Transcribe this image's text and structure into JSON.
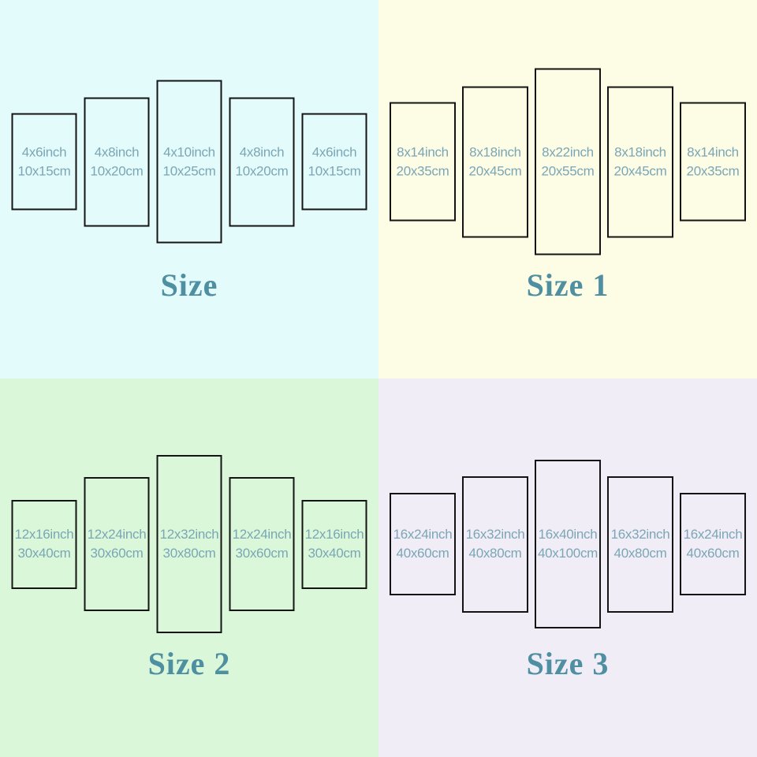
{
  "colors": {
    "label_text": "#7aa6b6",
    "title_text": "#4f8fa2",
    "panel_border": "#141414",
    "background_size": "#e4fbfb",
    "background_size_1": "#fdfce5",
    "background_size_2": "#daf8d9",
    "background_size_3": "#f1edf7"
  },
  "quadrants": [
    {
      "id": "size",
      "title": "Size",
      "background": "#e4fbfb",
      "panels": [
        {
          "inch": "4x6inch",
          "cm": "10x15cm"
        },
        {
          "inch": "4x8inch",
          "cm": "10x20cm"
        },
        {
          "inch": "4x10inch",
          "cm": "10x25cm"
        },
        {
          "inch": "4x8inch",
          "cm": "10x20cm"
        },
        {
          "inch": "4x6inch",
          "cm": "10x15cm"
        }
      ]
    },
    {
      "id": "size-1",
      "title": "Size 1",
      "background": "#fdfce5",
      "panels": [
        {
          "inch": "8x14inch",
          "cm": "20x35cm"
        },
        {
          "inch": "8x18inch",
          "cm": "20x45cm"
        },
        {
          "inch": "8x22inch",
          "cm": "20x55cm"
        },
        {
          "inch": "8x18inch",
          "cm": "20x45cm"
        },
        {
          "inch": "8x14inch",
          "cm": "20x35cm"
        }
      ]
    },
    {
      "id": "size-2",
      "title": "Size 2",
      "background": "#daf8d9",
      "panels": [
        {
          "inch": "12x16inch",
          "cm": "30x40cm"
        },
        {
          "inch": "12x24inch",
          "cm": "30x60cm"
        },
        {
          "inch": "12x32inch",
          "cm": "30x80cm"
        },
        {
          "inch": "12x24inch",
          "cm": "30x60cm"
        },
        {
          "inch": "12x16inch",
          "cm": "30x40cm"
        }
      ]
    },
    {
      "id": "size-3",
      "title": "Size 3",
      "background": "#f1edf7",
      "panels": [
        {
          "inch": "16x24inch",
          "cm": "40x60cm"
        },
        {
          "inch": "16x32inch",
          "cm": "40x80cm"
        },
        {
          "inch": "16x40inch",
          "cm": "40x100cm"
        },
        {
          "inch": "16x32inch",
          "cm": "40x80cm"
        },
        {
          "inch": "16x24inch",
          "cm": "40x60cm"
        }
      ]
    }
  ]
}
